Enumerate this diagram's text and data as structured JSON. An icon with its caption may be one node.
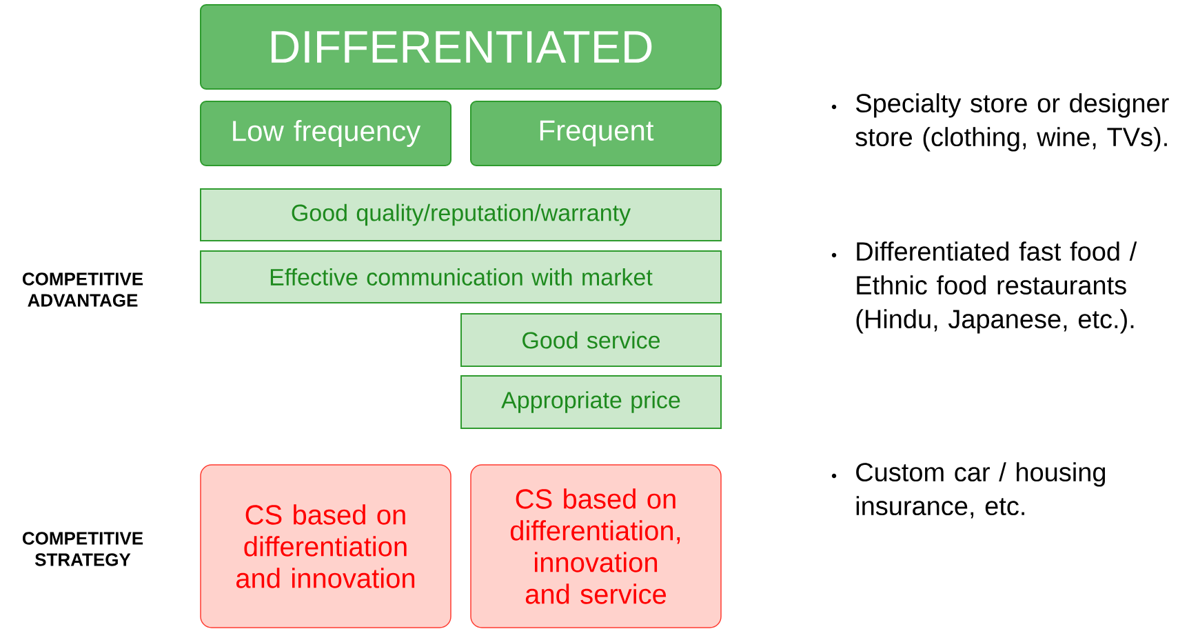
{
  "diagram": {
    "nodes": [
      {
        "text": [
          "DIFFERENTIATED"
        ]
      },
      {
        "text": [
          "Low frequency"
        ]
      },
      {
        "text": [
          "Frequent"
        ]
      },
      {
        "text": [
          "Good quality/reputation/warranty"
        ]
      },
      {
        "text": [
          "Effective communication with market"
        ]
      },
      {
        "text": [
          "Good service"
        ]
      },
      {
        "text": [
          "Appropriate price"
        ]
      },
      {
        "text": [
          "CS based on differentiation and innovation"
        ]
      },
      {
        "text": [
          "CS based on differentiation, innovation and service"
        ]
      }
    ],
    "labels": [
      "COMPETITIVE ADVANTAGE",
      "COMPETITIVE STRATEGY",
      "Specialty store or designer store (clothing, wine, TVs).",
      "Differentiated fast food / Ethnic food restaurants (Hindu, Japanese, etc.).",
      "Custom car / housing insurance, etc."
    ]
  }
}
